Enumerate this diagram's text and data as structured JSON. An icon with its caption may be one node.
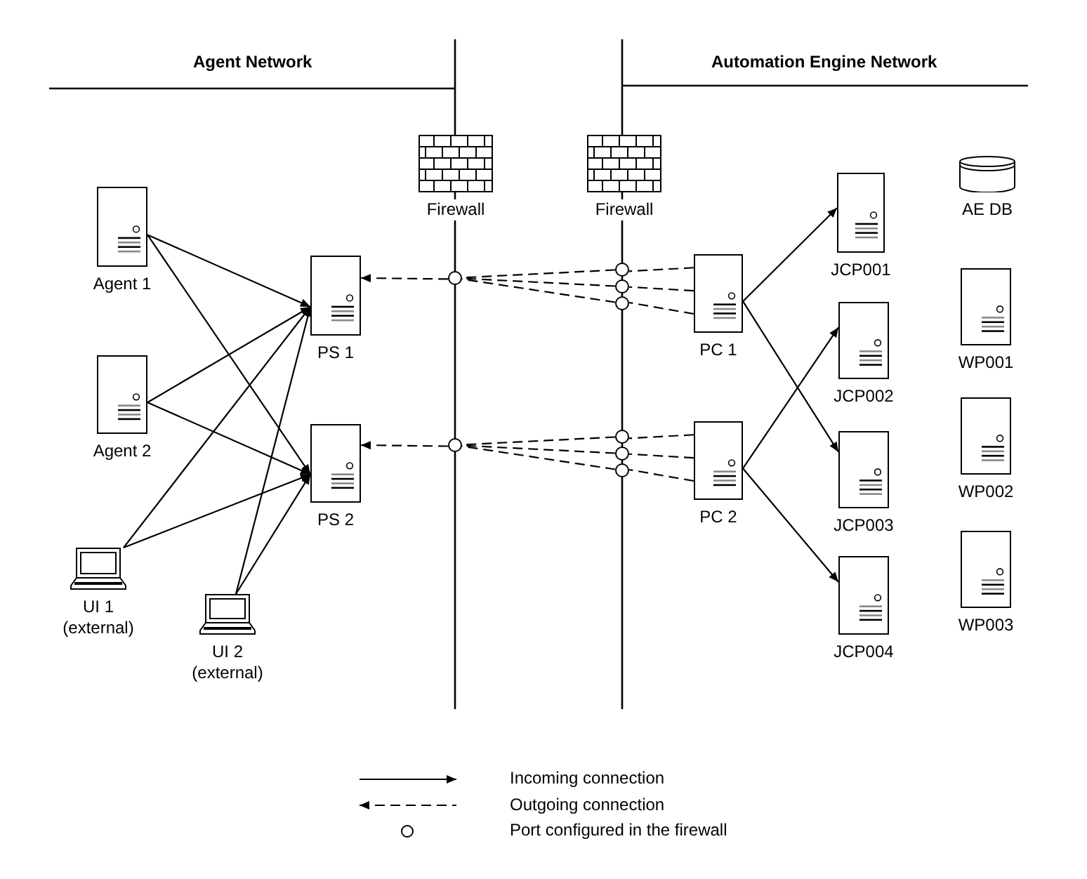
{
  "diagram": {
    "nodes": [
      {
        "text": [
          "Agent 1"
        ]
      },
      {
        "text": [
          "Agent 2"
        ]
      },
      {
        "text": [
          "UI 1 (external)"
        ]
      },
      {
        "text": [
          "UI 2 (external)"
        ]
      },
      {
        "text": [
          "PS 1"
        ]
      },
      {
        "text": [
          "PS 2"
        ]
      },
      {
        "text": [
          "Firewall"
        ]
      },
      {
        "text": [
          "Firewall"
        ]
      },
      {
        "text": [
          "PC 1"
        ]
      },
      {
        "text": [
          "PC 2"
        ]
      },
      {
        "text": [
          "JCP001"
        ]
      },
      {
        "text": [
          "JCP002"
        ]
      },
      {
        "text": [
          "JCP003"
        ]
      },
      {
        "text": [
          "JCP004"
        ]
      },
      {
        "text": [
          "AE DB"
        ]
      },
      {
        "text": [
          "WP001"
        ]
      },
      {
        "text": [
          "WP002"
        ]
      },
      {
        "text": [
          "WP003"
        ]
      },
      {
        "text": [],
        "shape": "circle"
      },
      {
        "text": [],
        "shape": "circle"
      },
      {
        "text": [],
        "shape": "circle"
      },
      {
        "text": [],
        "shape": "circle"
      },
      {
        "text": [],
        "shape": "circle"
      },
      {
        "text": [],
        "shape": "circle"
      },
      {
        "text": [],
        "shape": "circle"
      },
      {
        "text": [],
        "shape": "circle"
      }
    ],
    "edges": [
      {
        "from": 0,
        "to": 4,
        "arrow": "to"
      },
      {
        "from": 0,
        "to": 5,
        "arrow": "to"
      },
      {
        "from": 1,
        "to": 4,
        "arrow": "to"
      },
      {
        "from": 1,
        "to": 5,
        "arrow": "to"
      },
      {
        "from": 2,
        "to": 4,
        "arrow": "to"
      },
      {
        "from": 2,
        "to": 5,
        "arrow": "to"
      },
      {
        "from": 3,
        "to": 4,
        "arrow": "to"
      },
      {
        "from": 3,
        "to": 5,
        "arrow": "to"
      },
      {
        "from": 8,
        "to": 10,
        "arrow": "to"
      },
      {
        "from": 8,
        "to": 12,
        "arrow": "to"
      },
      {
        "from": 9,
        "to": 11,
        "arrow": "to"
      },
      {
        "from": 9,
        "to": 13,
        "arrow": "to"
      },
      {
        "from": 8,
        "to": 19,
        "arrow": "none",
        "style": "dashed"
      },
      {
        "from": 8,
        "to": 20,
        "arrow": "none",
        "style": "dashed"
      },
      {
        "from": 8,
        "to": 21,
        "arrow": "none",
        "style": "dashed"
      },
      {
        "from": 19,
        "to": 18,
        "arrow": "none",
        "style": "dashed"
      },
      {
        "from": 20,
        "to": 18,
        "arrow": "none",
        "style": "dashed"
      },
      {
        "from": 21,
        "to": 18,
        "arrow": "none",
        "style": "dashed"
      },
      {
        "from": 18,
        "to": 4,
        "arrow": "to",
        "style": "dashed"
      },
      {
        "from": 9,
        "to": 23,
        "arrow": "none",
        "style": "dashed"
      },
      {
        "from": 9,
        "to": 24,
        "arrow": "none",
        "style": "dashed"
      },
      {
        "from": 9,
        "to": 25,
        "arrow": "none",
        "style": "dashed"
      },
      {
        "from": 23,
        "to": 22,
        "arrow": "none",
        "style": "dashed"
      },
      {
        "from": 24,
        "to": 22,
        "arrow": "none",
        "style": "dashed"
      },
      {
        "from": 25,
        "to": 22,
        "arrow": "none",
        "style": "dashed"
      },
      {
        "from": 22,
        "to": 5,
        "arrow": "to",
        "style": "dashed"
      }
    ],
    "labels": [
      "Agent Network",
      "Automation Engine Network"
    ],
    "legend": [
      {
        "text": "Incoming connection"
      },
      {
        "text": "Outgoing connection"
      },
      {
        "text": "Port configured in the firewall"
      }
    ]
  }
}
